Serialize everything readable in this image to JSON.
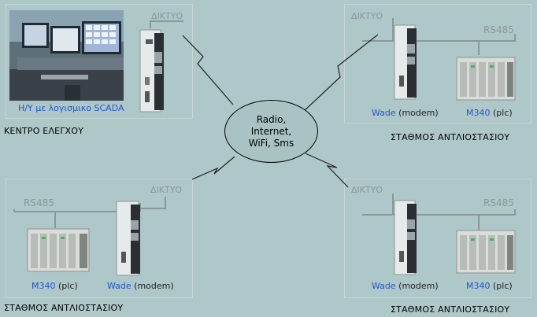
{
  "hub": {
    "lines": [
      "Radio,",
      "Internet,",
      "WiFi, Sms"
    ]
  },
  "control_center": {
    "network": "ΔΙΚΤΥΟ",
    "pc_caption": "Η/Υ με λογισμικο  SCADA",
    "title": "ΚΕΝΤΡΟ ΕΛΕΓΧΟΥ"
  },
  "stations": [
    {
      "network": "ΔΙΚΤΥΟ",
      "bus": "RS485",
      "modem_name": "Wade",
      "modem_kind": "(modem)",
      "plc_name": "M340",
      "plc_kind": "(plc)",
      "title": "ΣΤΑΘΜΟΣ ΑΝΤΛΙΟΣΤΑΣΙΟΥ"
    },
    {
      "network": "ΔΙΚΤΥΟ",
      "bus": "RS485",
      "modem_name": "Wade",
      "modem_kind": "(modem)",
      "plc_name": "M340",
      "plc_kind": "(plc)",
      "title": "ΣΤΑΘΜΟΣ ΑΝΤΛΙΟΣΤΑΣΙΟΥ"
    },
    {
      "network": "ΔΙΚΤΥΟ",
      "bus": "RS485",
      "modem_name": "Wade",
      "modem_kind": "(modem)",
      "plc_name": "M340",
      "plc_kind": "(plc)",
      "title": "ΣΤΑΘΜΟΣ ΑΝΤΛΙΟΣΤΑΣΙΟΥ"
    }
  ],
  "colors": {
    "background": "#aec7c9",
    "link_blue": "#2456c8",
    "wire_gray": "#8a9899"
  }
}
